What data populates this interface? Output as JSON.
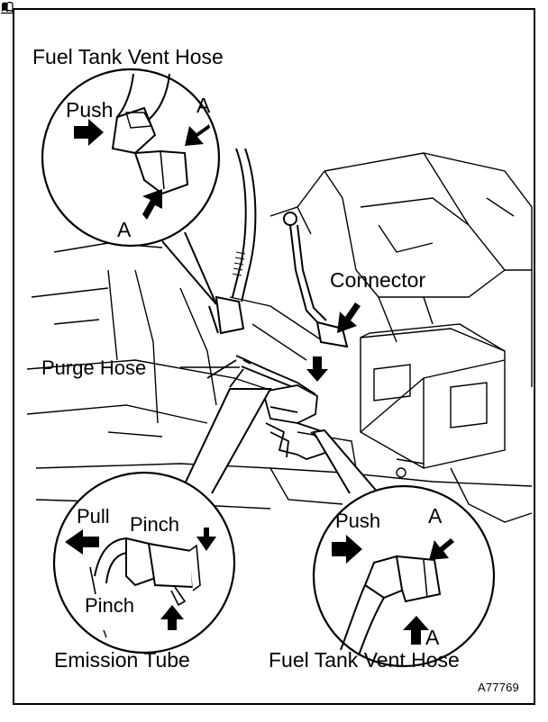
{
  "figure": {
    "id": "A77769",
    "colors": {
      "line": "#000000",
      "background": "#ffffff",
      "hatch": "#000000"
    }
  },
  "callouts": {
    "top": {
      "title": "Fuel Tank Vent Hose",
      "push": "Push",
      "a_upper": "A",
      "a_lower": "A"
    },
    "connector": "Connector",
    "purge_hose": "Purge Hose",
    "bottom_left": {
      "pull": "Pull",
      "pinch_upper": "Pinch",
      "pinch_lower": "Pinch",
      "caption": "Emission Tube"
    },
    "bottom_right": {
      "push": "Push",
      "a_upper": "A",
      "a_lower": "A",
      "caption": "Fuel Tank Vent Hose"
    }
  },
  "icons": {
    "corner": "manual-page-icon"
  }
}
